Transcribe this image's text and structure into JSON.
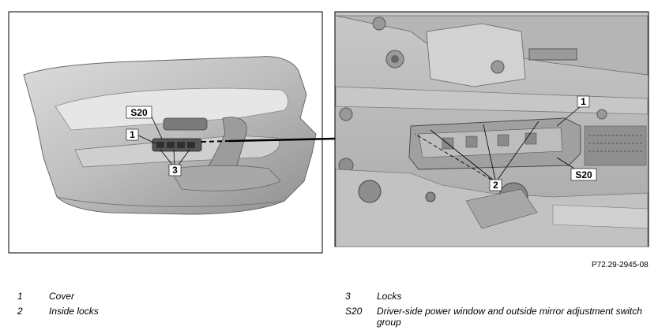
{
  "figure": {
    "reference": "P72.29-2945-08",
    "left_callouts": {
      "s20": "S20",
      "one": "1",
      "three": "3"
    },
    "right_callouts": {
      "one": "1",
      "two": "2",
      "s20": "S20"
    }
  },
  "legend": [
    {
      "num": "1",
      "text": "Cover"
    },
    {
      "num": "2",
      "text": "Inside locks"
    },
    {
      "num": "3",
      "text": "Locks"
    },
    {
      "num": "S20",
      "text": "Driver-side power window and outside mirror adjustment switch group"
    }
  ]
}
